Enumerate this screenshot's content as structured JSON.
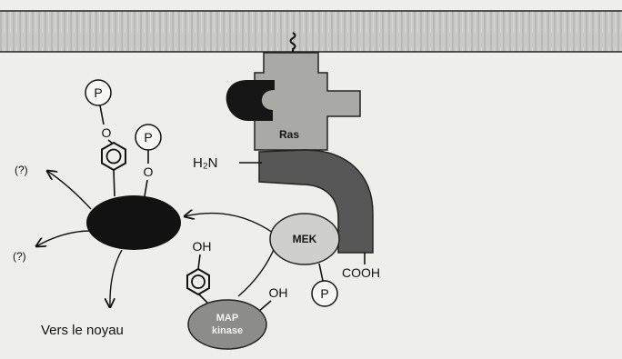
{
  "labels": {
    "ras": "Ras",
    "mek": "MEK",
    "map_kinase": [
      "MAP",
      "kinase"
    ],
    "h2n": "H₂N",
    "cooh": "COOH",
    "phospho": [
      "P",
      "P",
      "P"
    ],
    "oxygen": [
      "O",
      "O"
    ],
    "hydroxyl": [
      "OH",
      "OH"
    ],
    "unknown_targets": [
      "(?)",
      "(?)"
    ],
    "destination": "Vers le noyau"
  }
}
